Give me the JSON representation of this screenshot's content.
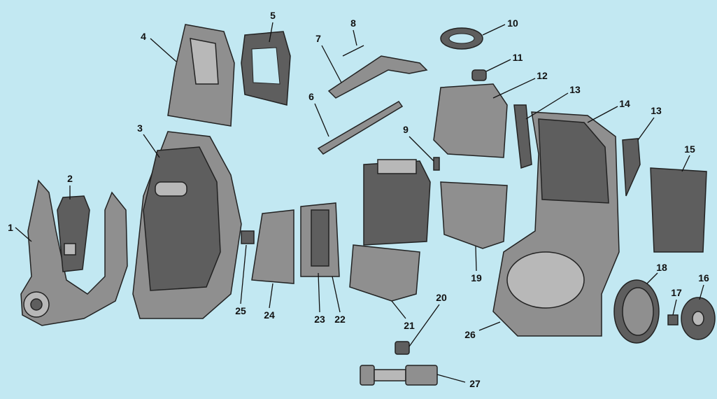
{
  "diagram": {
    "background_color": "#c2e8f2",
    "part_labels": [
      "1",
      "2",
      "3",
      "4",
      "5",
      "6",
      "7",
      "8",
      "9",
      "10",
      "11",
      "12",
      "13",
      "14",
      "13",
      "15",
      "16",
      "17",
      "18",
      "19",
      "20",
      "21",
      "22",
      "23",
      "24",
      "25",
      "26",
      "27"
    ]
  }
}
